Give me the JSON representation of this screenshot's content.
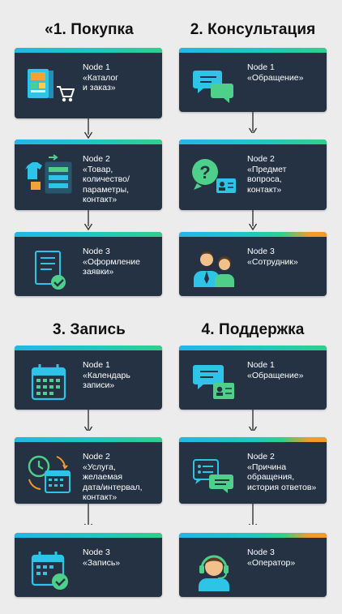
{
  "sections": [
    {
      "title": "«1. Покупка",
      "nodes": [
        {
          "label": "Node 1",
          "text": "«Каталог\nи заказ»",
          "icon": "catalog-cart-icon"
        },
        {
          "label": "Node 2",
          "text": "«Товар,\nколичество/\nпараметры,\nконтакт»",
          "icon": "product-form-icon"
        },
        {
          "label": "Node 3",
          "text": "«Оформление\nзаявки»",
          "icon": "form-check-icon"
        }
      ]
    },
    {
      "title": "2. Консультация",
      "nodes": [
        {
          "label": "Node 1",
          "text": "«Обращение»",
          "icon": "chat-bubbles-icon"
        },
        {
          "label": "Node 2",
          "text": "«Предмет\nвопроса,\nконтакт»",
          "icon": "question-contact-icon"
        },
        {
          "label": "Node 3",
          "text": "«Сотрудник»",
          "icon": "staff-people-icon"
        }
      ]
    },
    {
      "title": "3. Запись",
      "nodes": [
        {
          "label": "Node 1",
          "text": "«Календарь\nзаписи»",
          "icon": "calendar-icon"
        },
        {
          "label": "Node 2",
          "text": "«Услуга, желаемая\nдата/интервал,\nконтакт»",
          "icon": "clock-calendar-icon"
        },
        {
          "label": "Node 3",
          "text": "«Запись»",
          "icon": "calendar-check-icon"
        }
      ]
    },
    {
      "title": "4. Поддержка",
      "nodes": [
        {
          "label": "Node 1",
          "text": "«Обращение»",
          "icon": "chat-contact-icon"
        },
        {
          "label": "Node 2",
          "text": "«Причина\nобращения,\nистория ответов»",
          "icon": "chat-history-icon"
        },
        {
          "label": "Node 3",
          "text": "«Оператор»",
          "icon": "operator-headset-icon"
        }
      ]
    }
  ],
  "colors": {
    "background": "#ececec",
    "card": "#243244",
    "accent_blue": "#23b6e8",
    "accent_green": "#2fd08a",
    "accent_orange": "#f39a2c",
    "text_on_card": "#ffffff"
  }
}
